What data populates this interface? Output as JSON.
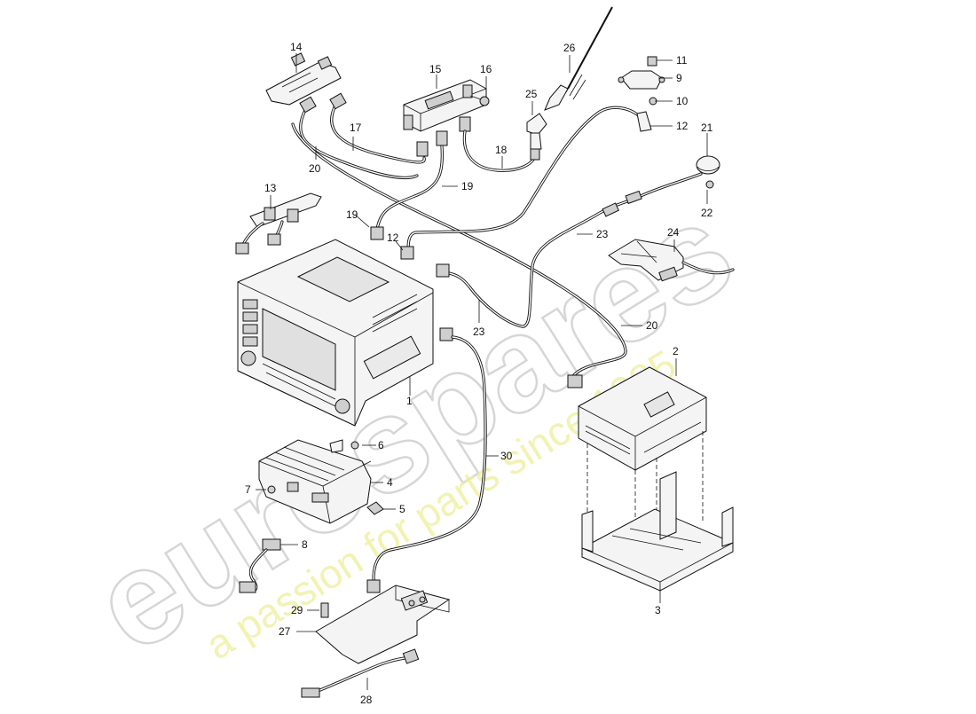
{
  "diagram": {
    "watermark": {
      "brand": "eurospares",
      "tagline": "a passion for parts since 1985"
    },
    "callouts": [
      {
        "id": "1",
        "text": "1"
      },
      {
        "id": "2",
        "text": "2"
      },
      {
        "id": "3",
        "text": "3"
      },
      {
        "id": "4",
        "text": "4"
      },
      {
        "id": "5",
        "text": "5"
      },
      {
        "id": "6",
        "text": "6"
      },
      {
        "id": "7",
        "text": "7"
      },
      {
        "id": "8",
        "text": "8"
      },
      {
        "id": "9",
        "text": "9"
      },
      {
        "id": "10",
        "text": "10"
      },
      {
        "id": "11",
        "text": "11"
      },
      {
        "id": "12a",
        "text": "12"
      },
      {
        "id": "12b",
        "text": "12"
      },
      {
        "id": "13",
        "text": "13"
      },
      {
        "id": "14",
        "text": "14"
      },
      {
        "id": "15",
        "text": "15"
      },
      {
        "id": "16",
        "text": "16"
      },
      {
        "id": "17",
        "text": "17"
      },
      {
        "id": "18",
        "text": "18"
      },
      {
        "id": "19a",
        "text": "19"
      },
      {
        "id": "19b",
        "text": "19"
      },
      {
        "id": "20a",
        "text": "20"
      },
      {
        "id": "20b",
        "text": "20"
      },
      {
        "id": "21",
        "text": "21"
      },
      {
        "id": "22",
        "text": "22"
      },
      {
        "id": "23a",
        "text": "23"
      },
      {
        "id": "23b",
        "text": "23"
      },
      {
        "id": "24",
        "text": "24"
      },
      {
        "id": "25",
        "text": "25"
      },
      {
        "id": "26",
        "text": "26"
      },
      {
        "id": "27",
        "text": "27"
      },
      {
        "id": "28",
        "text": "28"
      },
      {
        "id": "29",
        "text": "29"
      },
      {
        "id": "30",
        "text": "30"
      }
    ]
  }
}
